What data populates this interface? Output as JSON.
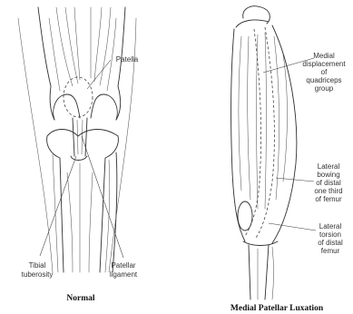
{
  "normal": {
    "caption": "Normal",
    "labels": {
      "patella": "Patella",
      "tibial_line1": "Tibial",
      "tibial_line2": "tuberosity",
      "patellar_line1": "Patellar",
      "patellar_line2": "ligament"
    }
  },
  "luxation": {
    "caption": "Medial Patellar Luxation",
    "labels": {
      "medial_disp": [
        "Medial",
        "displacement",
        "of",
        "quadriceps",
        "group"
      ],
      "lateral_bowing": [
        "Lateral",
        "bowing",
        "of distal",
        "one third",
        "of femur"
      ],
      "lateral_torsion": [
        "Lateral",
        "torsion",
        "of distal",
        "femur"
      ]
    }
  }
}
